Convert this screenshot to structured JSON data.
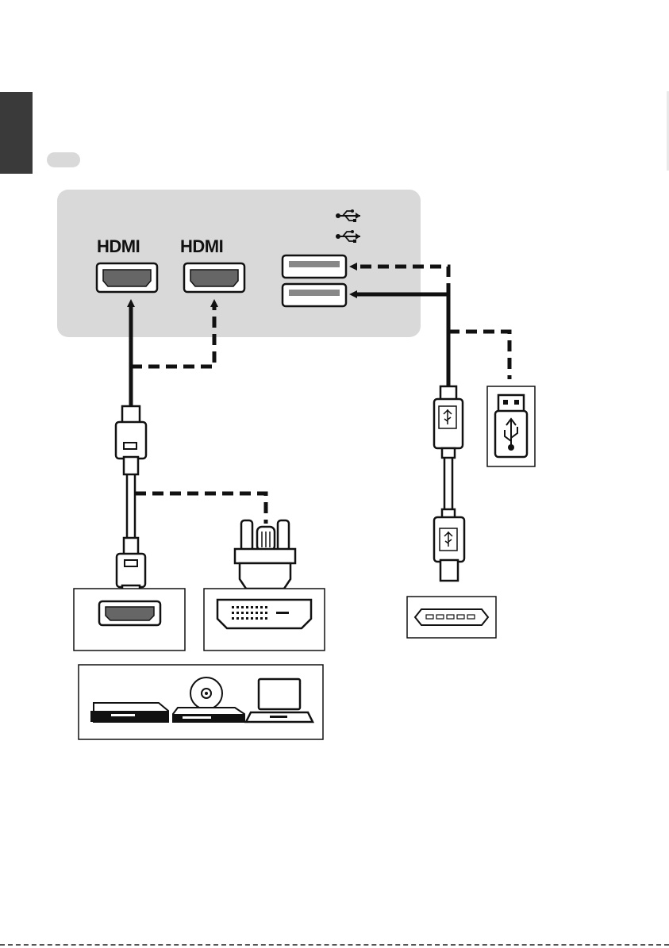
{
  "monitor_panel": {
    "ports": [
      {
        "label": "HDMI",
        "type": "hdmi"
      },
      {
        "label": "HDMI",
        "type": "hdmi"
      }
    ],
    "usb_ports": [
      {
        "icon": "usb-icon"
      },
      {
        "icon": "usb-icon"
      }
    ]
  },
  "external_devices": {
    "inputs": [
      "hdmi-port-icon",
      "dvi-port-icon"
    ],
    "sources": [
      "dvd-player-icon",
      "blu-ray-player-icon",
      "laptop-icon"
    ],
    "usb_host": "usb-host-port-icon",
    "usb_drive": "usb-flash-drive-icon"
  },
  "colors": {
    "panel": "#d9d9d9",
    "cable": "#111111",
    "tab": "#3a3a3a"
  }
}
